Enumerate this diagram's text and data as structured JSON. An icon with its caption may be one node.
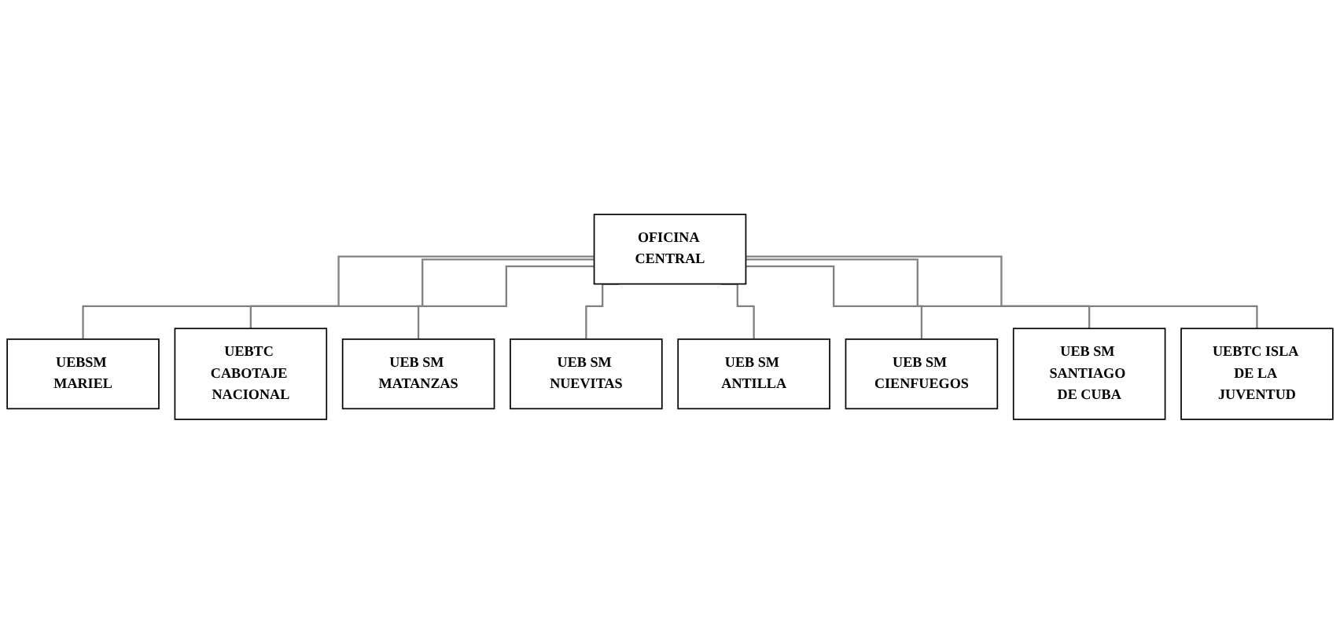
{
  "diagram": {
    "nodes": [
      {
        "text": [
          "OFICINA CENTRAL"
        ]
      },
      {
        "text": [
          "UEBSM MARIEL"
        ]
      },
      {
        "text": [
          "UEBTC CABOTAJE NACIONAL"
        ]
      },
      {
        "text": [
          "UEB SM MATANZAS"
        ]
      },
      {
        "text": [
          "UEB SM NUEVITAS"
        ]
      },
      {
        "text": [
          "UEB SM ANTILLA"
        ]
      },
      {
        "text": [
          "UEB SM CIENFUEGOS"
        ]
      },
      {
        "text": [
          "UEB SM SANTIAGO DE CUBA"
        ]
      },
      {
        "text": [
          "UEBTC ISLA DE LA JUVENTUD"
        ]
      }
    ],
    "edges": [
      {
        "from": 0,
        "to": 1,
        "arrow": "none"
      },
      {
        "from": 0,
        "to": 2,
        "arrow": "none"
      },
      {
        "from": 0,
        "to": 3,
        "arrow": "none"
      },
      {
        "from": 0,
        "to": 4,
        "arrow": "none"
      },
      {
        "from": 0,
        "to": 5,
        "arrow": "none"
      },
      {
        "from": 0,
        "to": 6,
        "arrow": "none"
      },
      {
        "from": 0,
        "to": 7,
        "arrow": "none"
      },
      {
        "from": 0,
        "to": 8,
        "arrow": "none"
      }
    ]
  }
}
